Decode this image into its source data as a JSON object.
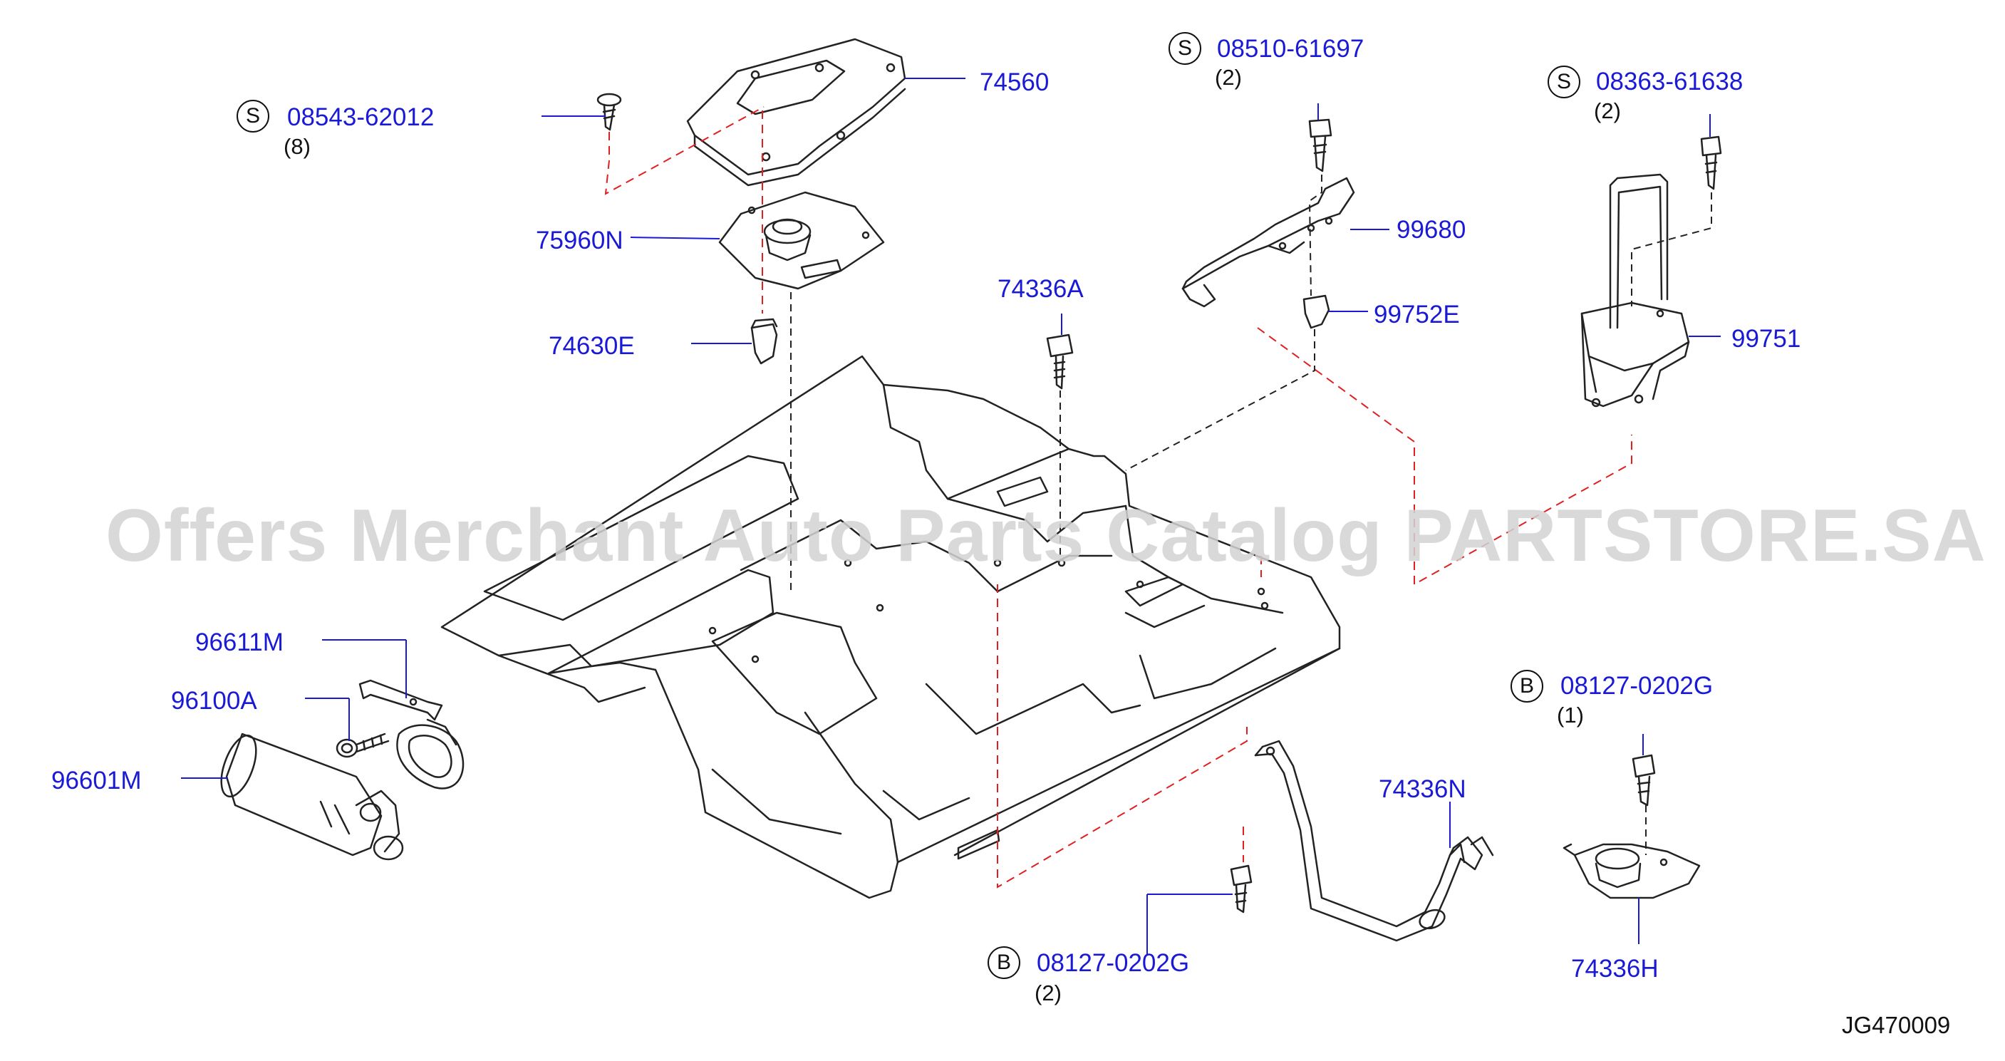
{
  "watermark": "Offers Merchant Auto Parts Catalog PARTSTORE.SA",
  "diagram_code": "JG470009",
  "colors": {
    "part_number": "#1a1ad6",
    "leader": "#1a1ad6",
    "drawing": "#222222",
    "red_dash": "#e02020",
    "watermark": "#d3d3d3"
  },
  "callouts": {
    "p74560": "74560",
    "p75960N": "75960N",
    "p74630E": "74630E",
    "p74336A": "74336A",
    "p99680": "99680",
    "p99752E": "99752E",
    "p99751": "99751",
    "p96611M": "96611M",
    "p96100A": "96100A",
    "p96601M": "96601M",
    "p74336N": "74336N",
    "p74336H": "74336H"
  },
  "fasteners": {
    "f1": {
      "badge": "S",
      "part": "08543-62012",
      "qty": "(8)"
    },
    "f2": {
      "badge": "S",
      "part": "08510-61697",
      "qty": "(2)"
    },
    "f3": {
      "badge": "S",
      "part": "08363-61638",
      "qty": "(2)"
    },
    "f4": {
      "badge": "B",
      "part": "08127-0202G",
      "qty": "(1)"
    },
    "f5": {
      "badge": "B",
      "part": "08127-0202G",
      "qty": "(2)"
    }
  }
}
